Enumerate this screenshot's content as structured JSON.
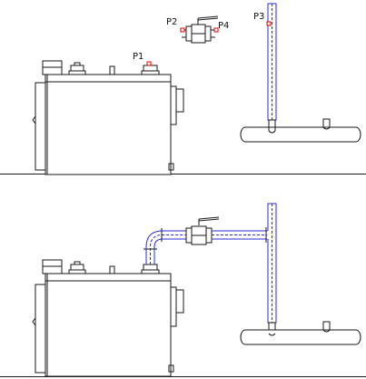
{
  "labels": {
    "p1": "P1",
    "p2": "P2",
    "p3": "P3",
    "p4": "P4"
  },
  "colors": {
    "line": "#1a1a1a",
    "pipe": "#2b2bd6",
    "marker": "#e00000",
    "background": "#ffffff"
  }
}
